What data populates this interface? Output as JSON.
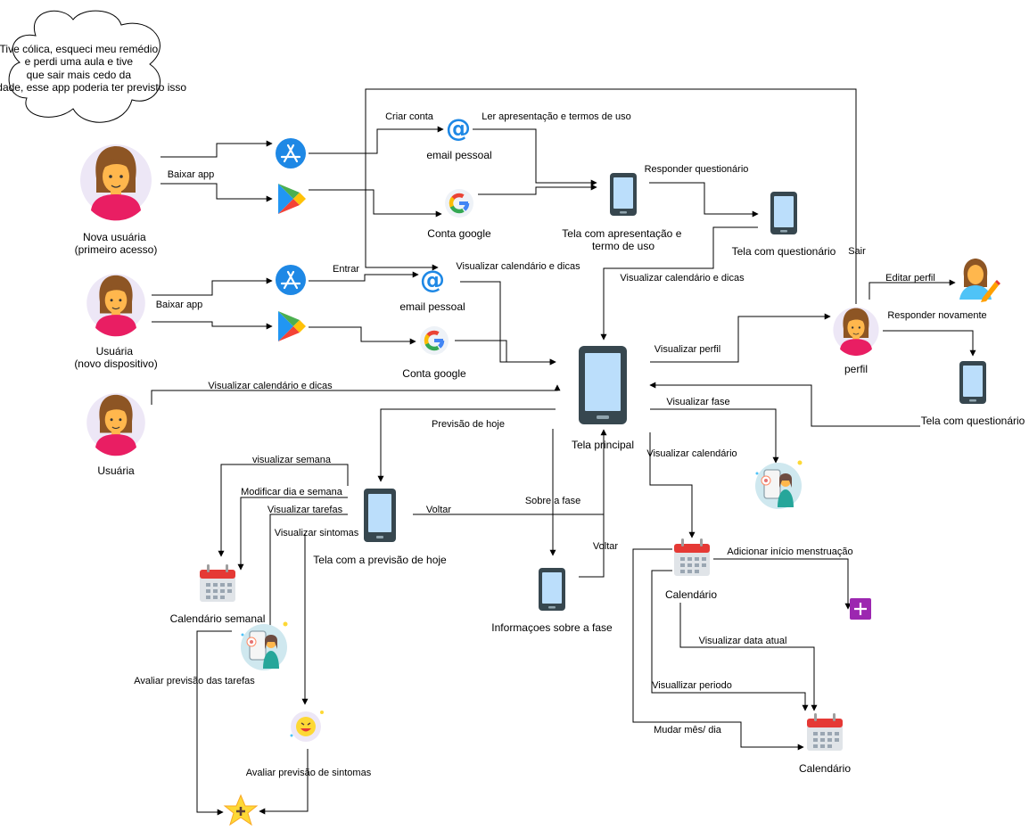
{
  "thought": "Tive cólica, esqueci meu remédio e perdi uma aula e tive que sair mais cedo da faculdade, esse app poderia ter previsto isso",
  "nodes": {
    "new_user": [
      "Nova usuária",
      "(primeiro acesso)"
    ],
    "user_new_device": [
      "Usuária",
      "(novo dispositivo)"
    ],
    "user": "Usuária",
    "email1": "email pessoal",
    "google1": "Conta google",
    "email2": "email pessoal",
    "google2": "Conta google",
    "screen_terms": [
      "Tela com apresentação e",
      "termo de uso"
    ],
    "screen_quiz": "Tela com questionário",
    "main_screen": "Tela principal",
    "profile": "perfil",
    "screen_quiz2": "Tela com questionário",
    "today_screen": "Tela com a previsão de hoje",
    "phase_info": "Informaçoes sobre a fase",
    "calendar": "Calendário",
    "calendar2": "Calendário",
    "weekly_calendar": "Calendário semanal"
  },
  "edges": {
    "download1": "Baixar app",
    "create_account": "Criar conta",
    "read_terms": "Ler apresentação e termos de uso",
    "answer_quiz": "Responder questionário",
    "view_cal_tips1": "Visualizar calendário e dicas",
    "logout": "Sair",
    "download2": "Baixar app",
    "login": "Entrar",
    "view_cal_tips2": "Visualizar calendário e dicas",
    "view_cal_tips3": "Visualizar calendário e dicas",
    "view_profile": "Visualizar perfil",
    "edit_profile": "Editar perfil",
    "answer_again": "Responder novamente",
    "view_phase": "Visualizar fase",
    "today_forecast": "Previsão de hoje",
    "view_calendar": "Visualizar calendário",
    "view_week": "visualizar semana",
    "modify_day_week": "Modificar dia e semana",
    "view_tasks": "Visualizar tarefas",
    "view_symptoms": "Visualizar sintomas",
    "back1": "Voltar",
    "about_phase": "Sobre a fase",
    "back2": "Voltar",
    "add_period": "Adicionar início menstruação",
    "view_current_date": "Visualizar data atual",
    "view_period": "Visuallizar periodo",
    "change_month_day": "Mudar mês/ dia",
    "rate_tasks": "Avaliar previsão das tarefas",
    "rate_symptoms": "Avaliar previsão de sintomas"
  },
  "colors": {
    "edge": "#000000",
    "app_store": "#1e88e5",
    "avatar_bg": "#ede7f6",
    "shirt": "#e91e63",
    "skin": "#ffb74d",
    "hair": "#8d5524",
    "phone": "#37474f",
    "phone_screen": "#bbdefb",
    "calendar_red": "#e53935",
    "add_purple": "#9c27b0",
    "star": "#fdd835"
  }
}
